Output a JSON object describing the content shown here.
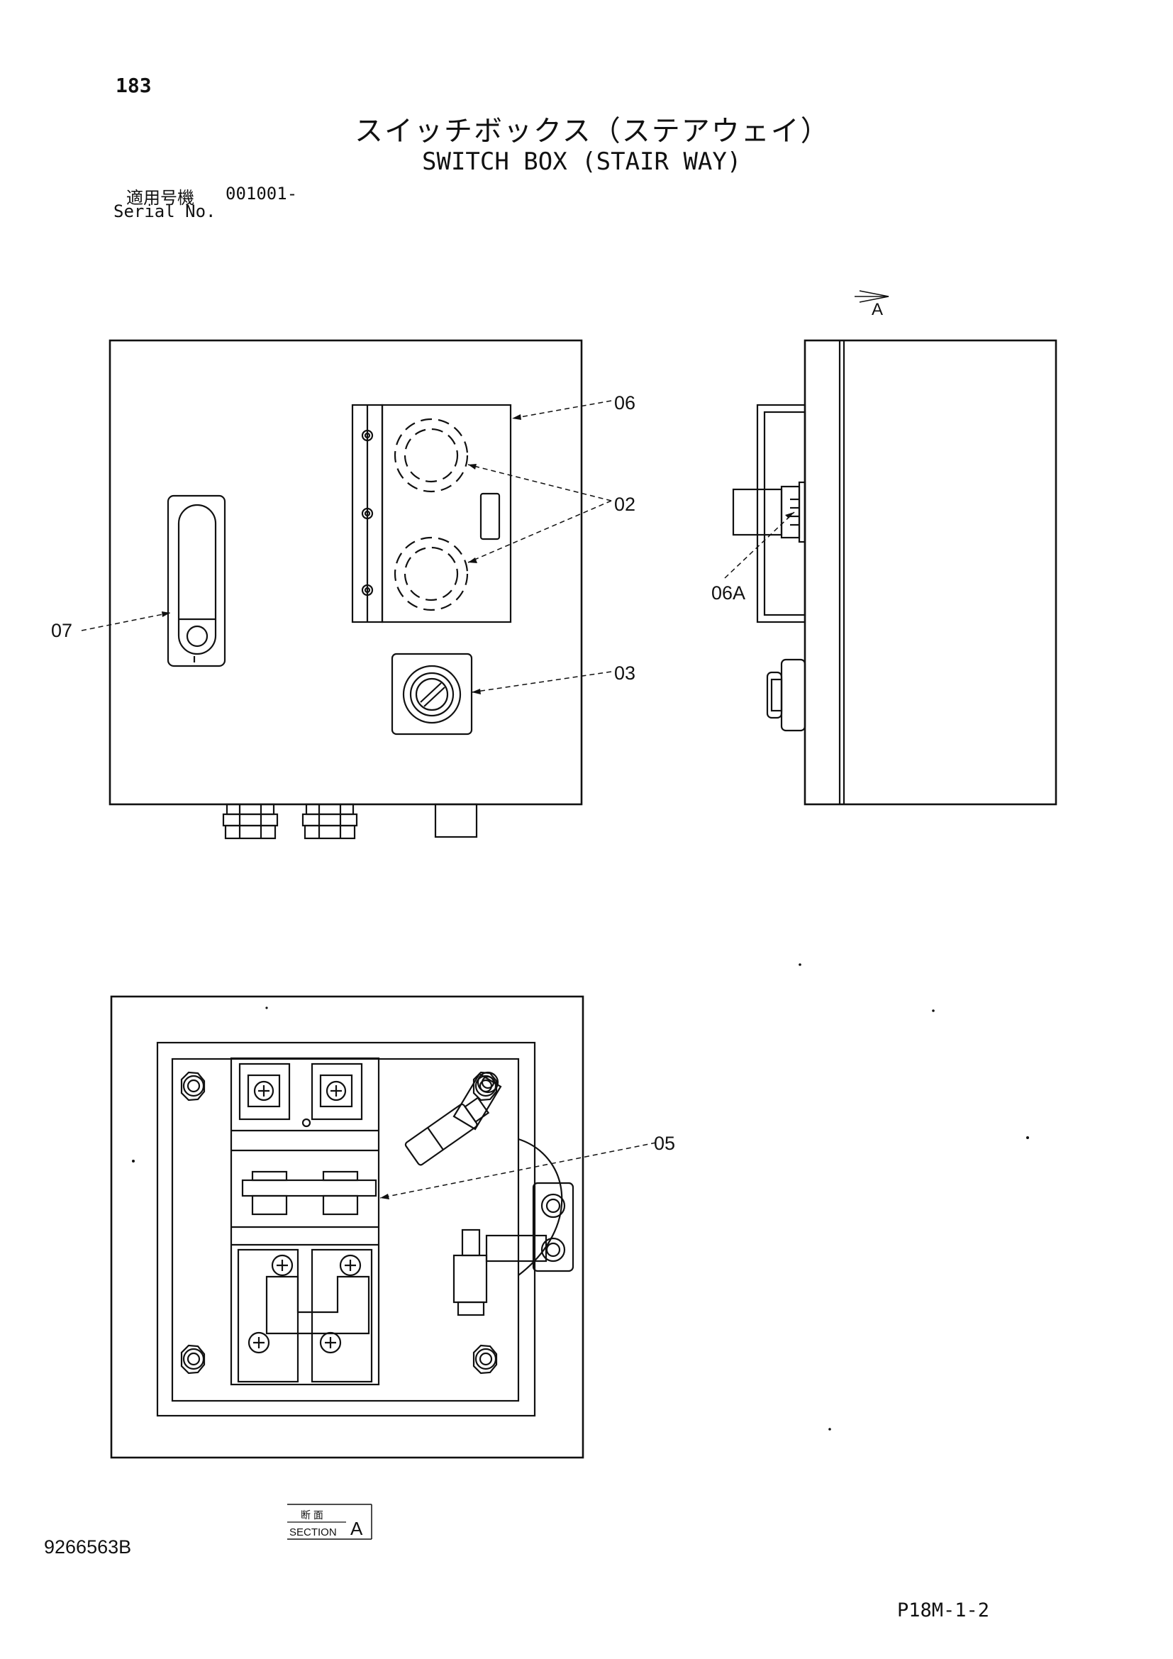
{
  "header": {
    "page_number": "183",
    "title_ja": "スイッチボックス（ステアウェイ）",
    "title_en": "SWITCH BOX (STAIR WAY)",
    "serial_label_ja": "適用号機",
    "serial_value": "001001-",
    "serial_label_en": "Serial No."
  },
  "callouts": {
    "c06": "06",
    "c02": "02",
    "c03": "03",
    "c07": "07",
    "c06a": "06A",
    "c05": "05"
  },
  "view_marker": "A",
  "section_box": {
    "label_ja": "断 面",
    "label_en": "SECTION",
    "letter": "A"
  },
  "footer": {
    "doc_number": "9266563B",
    "page_ref": "P18M-1-2"
  },
  "colors": {
    "ink": "#111111",
    "background": "#ffffff"
  }
}
